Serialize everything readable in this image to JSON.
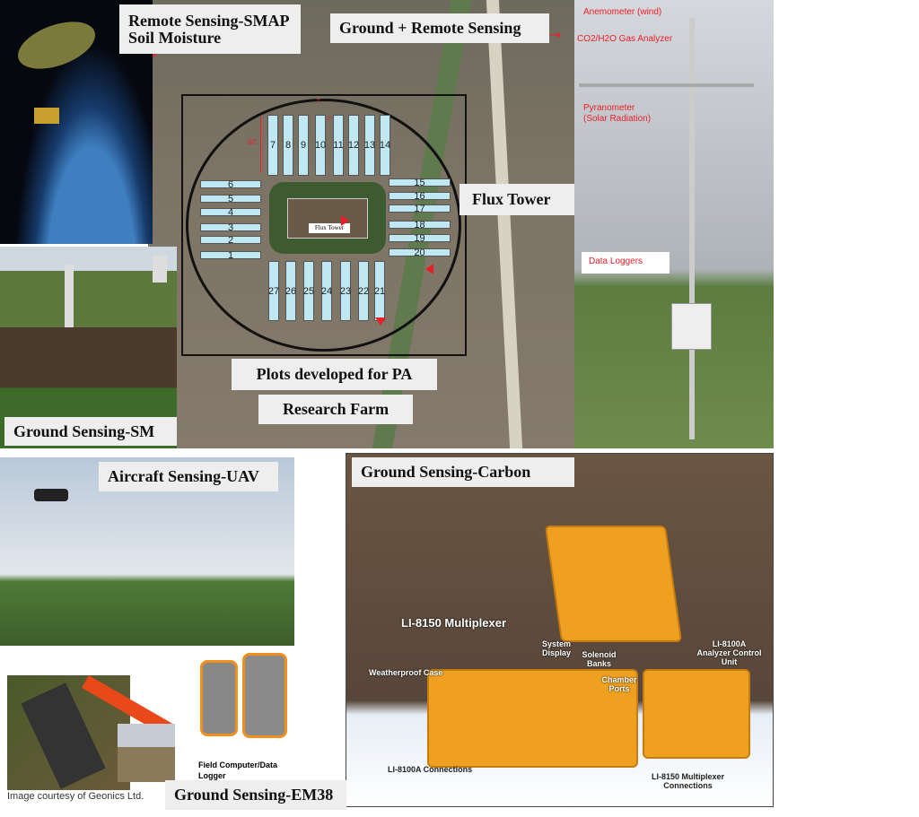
{
  "labels": {
    "smap": "Remote Sensing-SMAP Soil Moisture",
    "ground_remote": "Ground + Remote Sensing",
    "flux_tower": "Flux Tower",
    "plots": "Plots developed for PA",
    "research_farm": "Research Farm",
    "ground_sm": "Ground Sensing-SM",
    "uav": "Aircraft Sensing-UAV",
    "carbon": "Ground Sensing-Carbon",
    "em38": "Ground Sensing-EM38"
  },
  "farm_map": {
    "flux_tower_marker": "Flux Tower",
    "dim_length": "60'",
    "dim_width": "7'",
    "dim_gap": "7'",
    "plots_top": [
      "7",
      "8",
      "9",
      "10",
      "11",
      "12",
      "13",
      "14"
    ],
    "plots_left": [
      "6",
      "5",
      "4",
      "3",
      "2",
      "1"
    ],
    "plots_right": [
      "15",
      "16",
      "17",
      "18",
      "19",
      "20"
    ],
    "plots_bottom": [
      "27",
      "26",
      "25",
      "24",
      "23",
      "22",
      "21"
    ]
  },
  "tower_annotations": {
    "anemometer": "Anemometer (wind)",
    "gas_analyzer": "CO2/H2O Gas Analyzer",
    "pyranometer_1": "Pyranometer",
    "pyranometer_2": "(Solar Radiation)",
    "data_loggers": "Data Loggers"
  },
  "carbon_annotations": {
    "multiplexer": "LI-8150 Multiplexer",
    "system_display": "System Display",
    "solenoid_banks": "Solenoid Banks",
    "weatherproof_case": "Weatherproof Case",
    "chamber_ports": "Chamber Ports",
    "analyzer": "LI-8100A Analyzer Control Unit",
    "li8100a_connections": "LI-8100A Connections",
    "multiplexer_connections": "LI-8150 Multiplexer Connections"
  },
  "em38": {
    "field_computer": "Field Computer/Data Logger",
    "credit": "Image courtesy of Geonics Ltd."
  },
  "colors": {
    "annotation_red": "#e8202a",
    "plot_fill": "#bfe8f2",
    "case_orange": "#f0a020"
  }
}
